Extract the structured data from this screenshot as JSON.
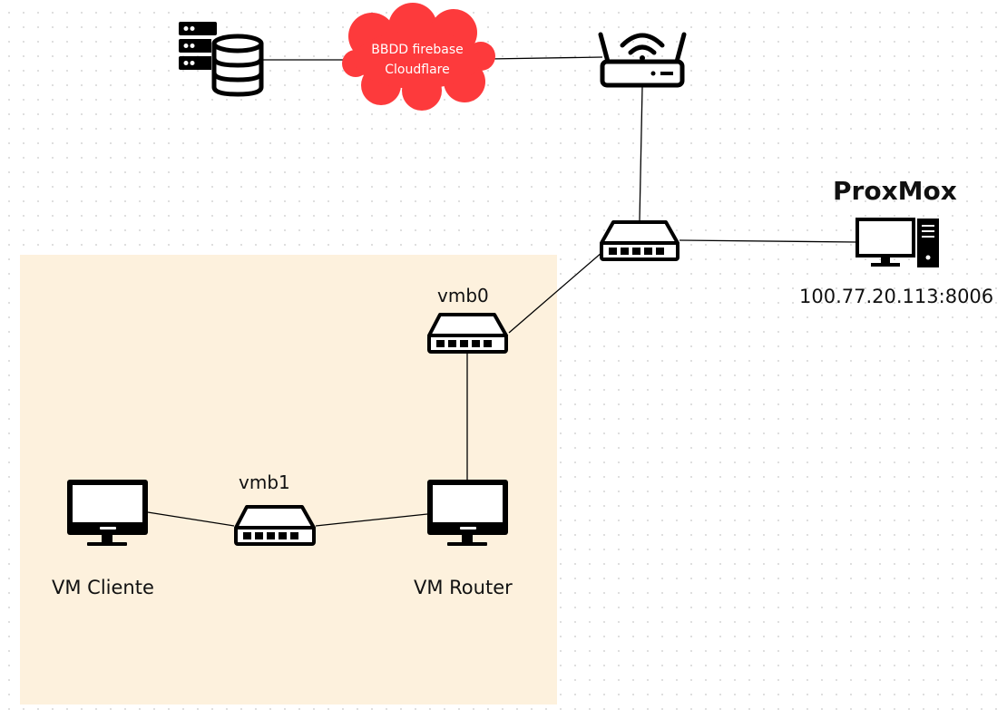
{
  "labels": {
    "cloud_line_1": "BBDD firebase",
    "cloud_line_2": "Cloudflare",
    "proxmox_title": "ProxMox",
    "proxmox_address": "100.77.20.113:8006",
    "vmb0": "vmb0",
    "vmb1": "vmb1",
    "vm_cliente": "VM Cliente",
    "vm_router": "VM Router"
  },
  "icons": {
    "database": "database-server-icon",
    "cloud": "cloud-icon",
    "router": "wifi-router-icon",
    "main_switch": "network-switch-icon",
    "proxmox_host": "desktop-tower-icon",
    "vmb0": "network-switch-icon",
    "vmb1": "network-switch-icon",
    "vm_cliente": "monitor-icon",
    "vm_router": "monitor-icon"
  },
  "colors": {
    "cloud_fill": "#fd3a3c",
    "virtual_zone_fill": "#fdf1dd",
    "line_color": "#000000"
  }
}
